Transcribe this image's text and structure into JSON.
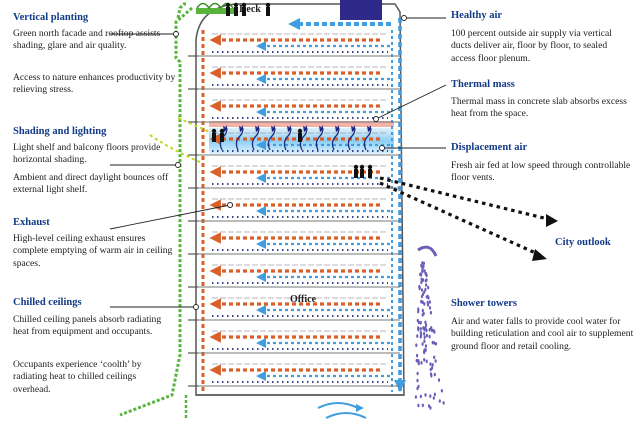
{
  "diagram": {
    "deck_label": "Deck",
    "office_label": "Office",
    "city_outlook_label": "City outlook"
  },
  "left_panel": {
    "vertical_planting": {
      "heading": "Vertical planting",
      "p1": "Green north facade and rooftop assists shading, glare and air quality.",
      "p2": "Access to nature enhances productivity by relieving stress."
    },
    "shading_lighting": {
      "heading": "Shading and lighting",
      "p1": "Light shelf and balcony floors provide horizontal shading.",
      "p2": "Ambient and direct daylight bounces off external light shelf."
    },
    "exhaust": {
      "heading": "Exhaust",
      "p1": "High-level ceiling exhaust ensures complete emptying of warm air in ceiling spaces."
    },
    "chilled_ceilings": {
      "heading": "Chilled ceilings",
      "p1": "Chilled ceiling panels absorb radiating heat from equipment and occupants.",
      "p2": "Occupants experience ‘coolth’ by radiating heat to chilled ceilings overhead."
    }
  },
  "right_panel": {
    "healthy_air": {
      "heading": "Healthy air",
      "p1": "100 percent outside air supply via vertical ducts deliver air, floor by floor, to sealed access floor plenum."
    },
    "thermal_mass": {
      "heading": "Thermal mass",
      "p1": "Thermal mass in concrete slab absorbs excess heat from the space."
    },
    "displacement_air": {
      "heading": "Displacement air",
      "p1": "Fresh air fed at low speed through controllable floor vents."
    },
    "shower_towers": {
      "heading": "Shower towers",
      "p1": "Air and water falls to provide cool water for building reticulation and cool air to supplement ground floor and retail cooling."
    }
  },
  "colors": {
    "heading_blue": "#123a87",
    "warm_air_orange": "#d9602a",
    "cool_air_blue": "#3f9de0",
    "dot_navy": "#1e2a80",
    "planting_green": "#58b43c",
    "highlight_band": "#9fd4f5"
  }
}
